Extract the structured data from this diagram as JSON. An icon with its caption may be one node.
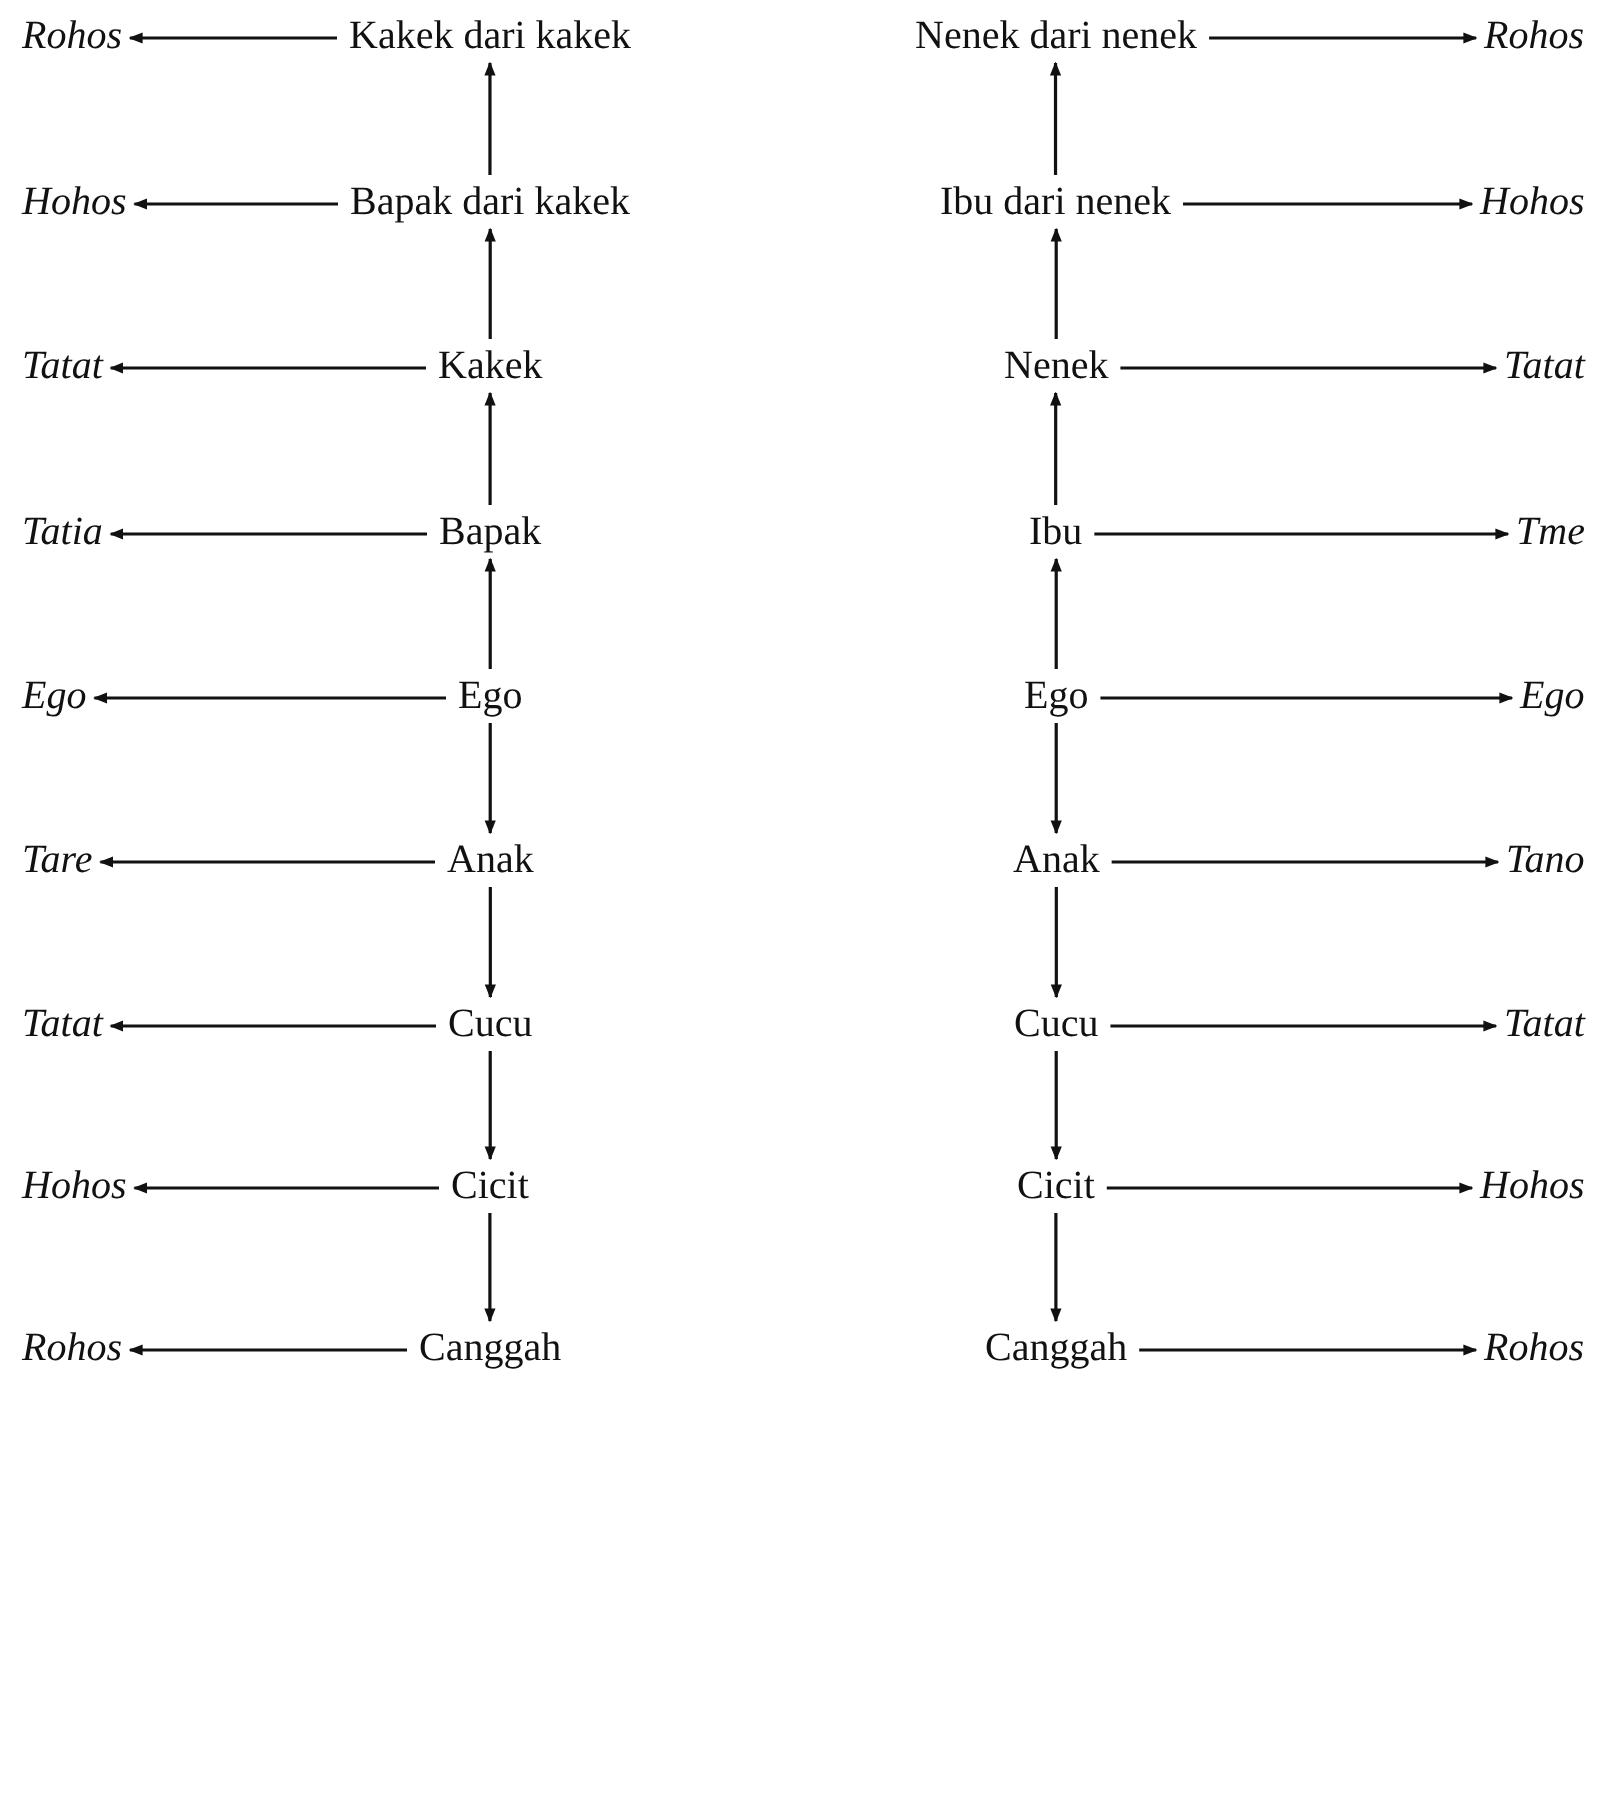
{
  "diagram": {
    "nodes": [
      {
        "text": [
          "Rohos"
        ]
      },
      {
        "text": [
          "Kakek dari kakek"
        ]
      },
      {
        "text": [
          "Nenek dari nenek"
        ]
      },
      {
        "text": [
          "Rohos"
        ]
      },
      {
        "text": [
          "Hohos"
        ]
      },
      {
        "text": [
          "Bapak dari kakek"
        ]
      },
      {
        "text": [
          "Ibu dari nenek"
        ]
      },
      {
        "text": [
          "Hohos"
        ]
      },
      {
        "text": [
          "Tatat"
        ]
      },
      {
        "text": [
          "Kakek"
        ]
      },
      {
        "text": [
          "Nenek"
        ]
      },
      {
        "text": [
          "Tatat"
        ]
      },
      {
        "text": [
          "Tatia"
        ]
      },
      {
        "text": [
          "Bapak"
        ]
      },
      {
        "text": [
          "Ibu"
        ]
      },
      {
        "text": [
          "Tme"
        ]
      },
      {
        "text": [
          "Ego"
        ]
      },
      {
        "text": [
          "Ego"
        ]
      },
      {
        "text": [
          "Ego"
        ]
      },
      {
        "text": [
          "Ego"
        ]
      },
      {
        "text": [
          "Tare"
        ]
      },
      {
        "text": [
          "Anak"
        ]
      },
      {
        "text": [
          "Anak"
        ]
      },
      {
        "text": [
          "Tano"
        ]
      },
      {
        "text": [
          "Tatat"
        ]
      },
      {
        "text": [
          "Cucu"
        ]
      },
      {
        "text": [
          "Cucu"
        ]
      },
      {
        "text": [
          "Tatat"
        ]
      },
      {
        "text": [
          "Hohos"
        ]
      },
      {
        "text": [
          "Cicit"
        ]
      },
      {
        "text": [
          "Cicit"
        ]
      },
      {
        "text": [
          "Hohos"
        ]
      },
      {
        "text": [
          "Rohos"
        ]
      },
      {
        "text": [
          "Canggah"
        ]
      },
      {
        "text": [
          "Canggah"
        ]
      },
      {
        "text": [
          "Rohos"
        ]
      }
    ],
    "edges": [
      {
        "from": 1,
        "to": 0,
        "arrow": "to"
      },
      {
        "from": 2,
        "to": 3,
        "arrow": "to"
      },
      {
        "from": 5,
        "to": 4,
        "arrow": "to"
      },
      {
        "from": 6,
        "to": 7,
        "arrow": "to"
      },
      {
        "from": 9,
        "to": 8,
        "arrow": "to"
      },
      {
        "from": 10,
        "to": 11,
        "arrow": "to"
      },
      {
        "from": 13,
        "to": 12,
        "arrow": "to"
      },
      {
        "from": 14,
        "to": 15,
        "arrow": "to"
      },
      {
        "from": 17,
        "to": 16,
        "arrow": "to"
      },
      {
        "from": 18,
        "to": 19,
        "arrow": "to"
      },
      {
        "from": 21,
        "to": 20,
        "arrow": "to"
      },
      {
        "from": 22,
        "to": 23,
        "arrow": "to"
      },
      {
        "from": 25,
        "to": 24,
        "arrow": "to"
      },
      {
        "from": 26,
        "to": 27,
        "arrow": "to"
      },
      {
        "from": 29,
        "to": 28,
        "arrow": "to"
      },
      {
        "from": 30,
        "to": 31,
        "arrow": "to"
      },
      {
        "from": 33,
        "to": 32,
        "arrow": "to"
      },
      {
        "from": 34,
        "to": 35,
        "arrow": "to"
      },
      {
        "from": 17,
        "to": 13,
        "arrow": "to"
      },
      {
        "from": 13,
        "to": 9,
        "arrow": "to"
      },
      {
        "from": 9,
        "to": 5,
        "arrow": "to"
      },
      {
        "from": 5,
        "to": 1,
        "arrow": "to"
      },
      {
        "from": 17,
        "to": 21,
        "arrow": "to"
      },
      {
        "from": 21,
        "to": 25,
        "arrow": "to"
      },
      {
        "from": 25,
        "to": 29,
        "arrow": "to"
      },
      {
        "from": 29,
        "to": 33,
        "arrow": "to"
      },
      {
        "from": 18,
        "to": 14,
        "arrow": "to"
      },
      {
        "from": 14,
        "to": 10,
        "arrow": "to"
      },
      {
        "from": 10,
        "to": 6,
        "arrow": "to"
      },
      {
        "from": 6,
        "to": 2,
        "arrow": "to"
      },
      {
        "from": 18,
        "to": 22,
        "arrow": "to"
      },
      {
        "from": 22,
        "to": 26,
        "arrow": "to"
      },
      {
        "from": 26,
        "to": 30,
        "arrow": "to"
      },
      {
        "from": 30,
        "to": 34,
        "arrow": "to"
      }
    ]
  }
}
